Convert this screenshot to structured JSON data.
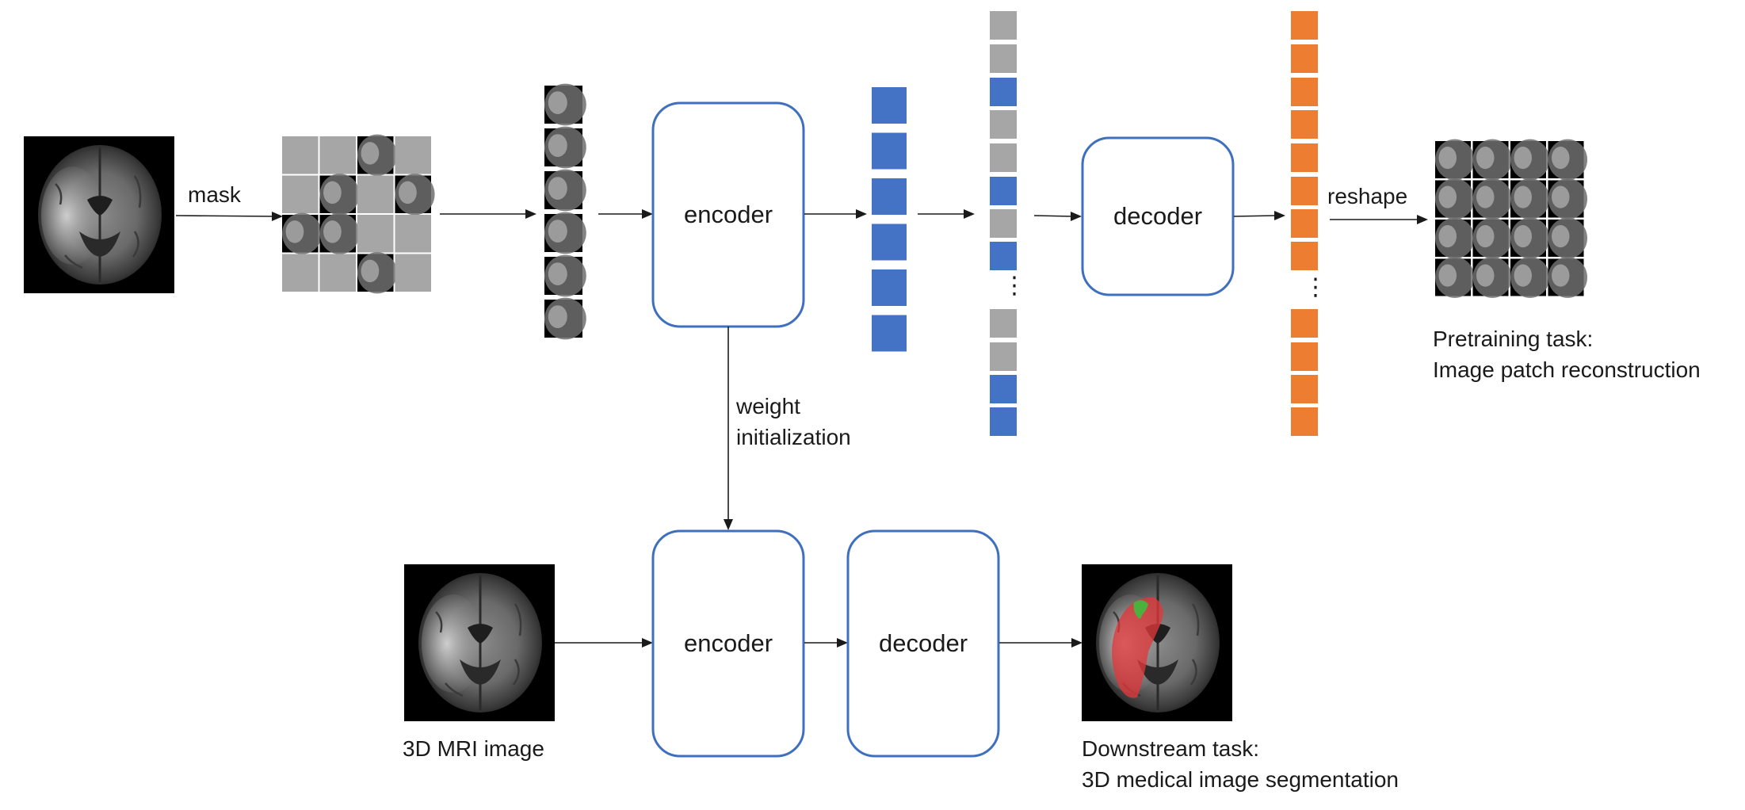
{
  "labels": {
    "mask": "mask",
    "encoder_top": "encoder",
    "decoder_top": "decoder",
    "reshape": "reshape",
    "pretrain_line1": "Pretraining task:",
    "pretrain_line2": "Image patch reconstruction",
    "weight_line1": "weight",
    "weight_line2": "initialization",
    "encoder_bottom": "encoder",
    "decoder_bottom": "decoder",
    "mri_caption": "3D MRI image",
    "downstream_line1": "Downstream task:",
    "downstream_line2": "3D medical image segmentation",
    "ellipsis": "⋮"
  },
  "masked_grid": [
    "gray",
    "gray",
    "img",
    "gray",
    "gray",
    "img",
    "gray",
    "img",
    "img",
    "img",
    "gray",
    "gray",
    "gray",
    "gray",
    "img",
    "gray"
  ],
  "token_column_mid": [
    "gray",
    "gray",
    "blue",
    "gray",
    "gray",
    "blue",
    "gray",
    "blue",
    "gray",
    "gray",
    "blue",
    "blue"
  ],
  "encoded_token_count": 6,
  "decoded_token_count": 12,
  "colors": {
    "gray_patch": "#a6a6a6",
    "blue_token": "#4472c4",
    "orange_token": "#ed7d31",
    "box_stroke": "#3f6fbf",
    "segmentation_red": "#e0393b",
    "segmentation_green": "#3dbb3d"
  }
}
